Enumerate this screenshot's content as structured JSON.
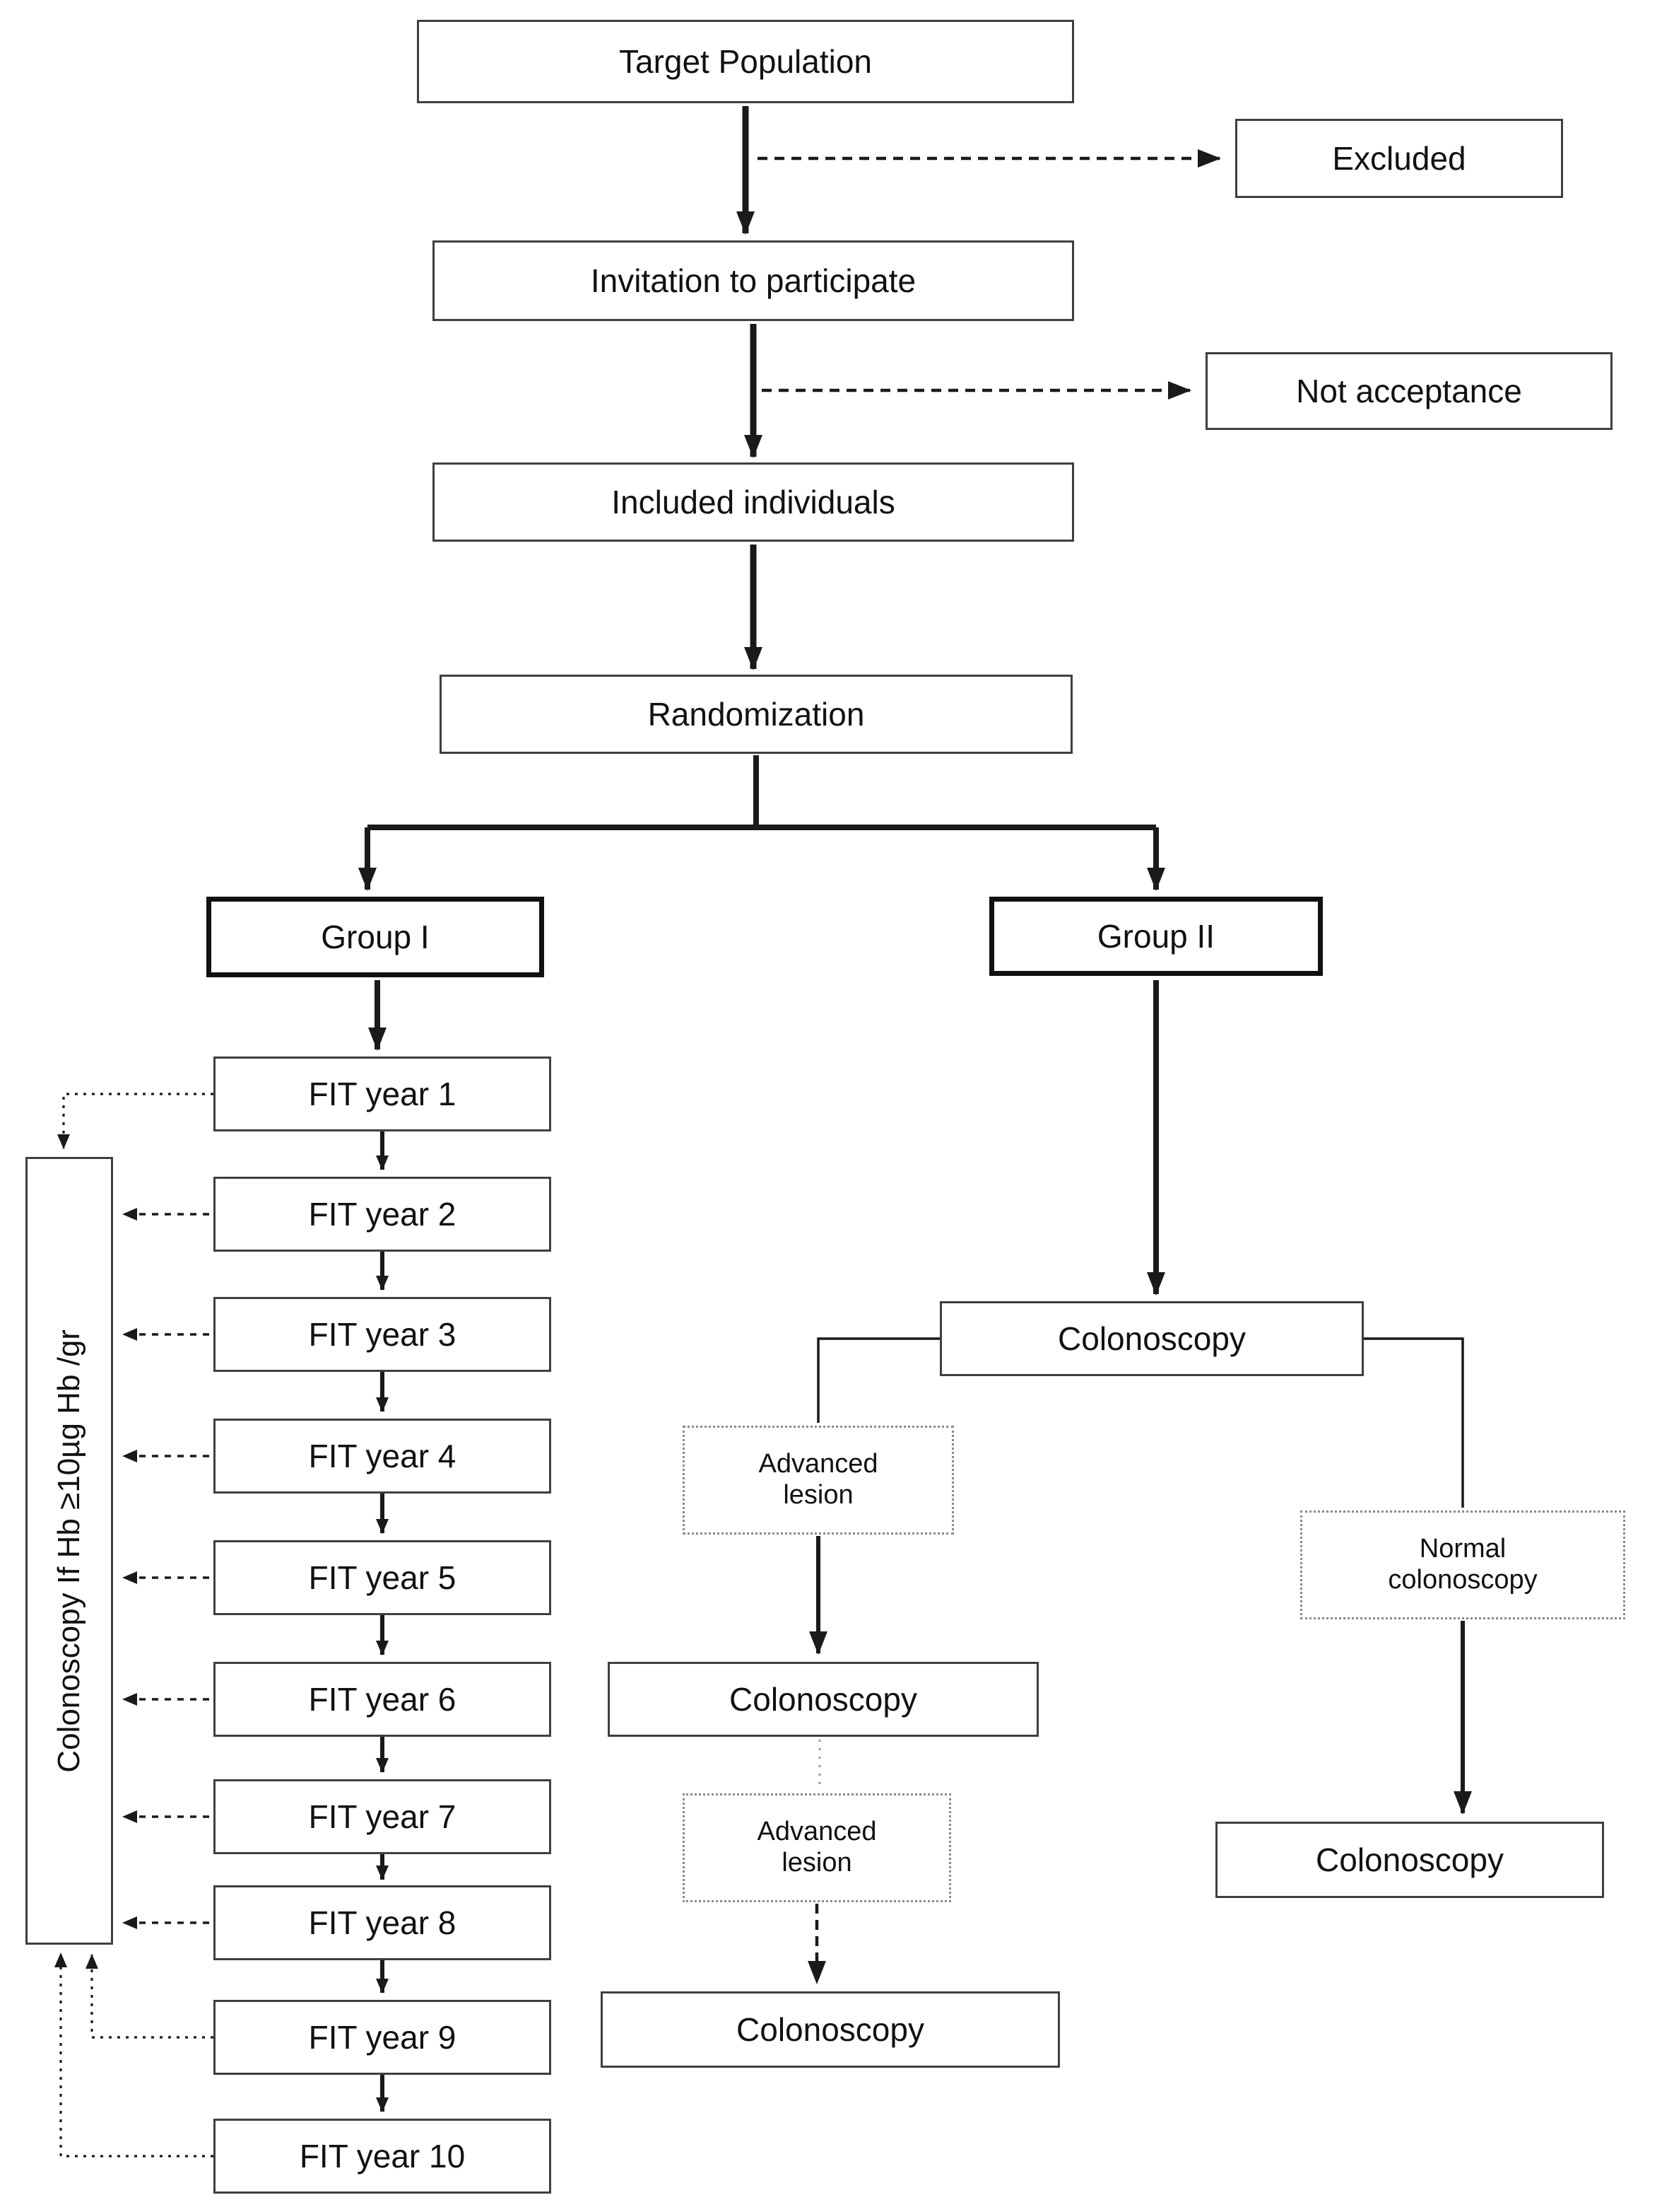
{
  "flow": {
    "target_population": "Target Population",
    "excluded": "Excluded",
    "invitation": "Invitation to participate",
    "not_acceptance": "Not acceptance",
    "included": "Included individuals",
    "randomization": "Randomization",
    "group1": "Group I",
    "group2": "Group II"
  },
  "fit": [
    "FIT year 1",
    "FIT year 2",
    "FIT year 3",
    "FIT year 4",
    "FIT year 5",
    "FIT year 6",
    "FIT year 7",
    "FIT year 8",
    "FIT year 9",
    "FIT year 10"
  ],
  "side_box": "Colonoscopy If Hb ≥10µg Hb /gr",
  "group2_branch": {
    "colonoscopy_top": "Colonoscopy",
    "advanced_lesion_1": "Advanced lesion",
    "colonoscopy_mid": "Colonoscopy",
    "advanced_lesion_2": "Advanced lesion",
    "colonoscopy_bottom": "Colonoscopy",
    "normal_colonoscopy": "Normal colonoscopy",
    "colonoscopy_right": "Colonoscopy"
  },
  "colors": {
    "line": "#1a1a1a",
    "border": "#3f3f3f",
    "bold_border": "#111111",
    "dotted_border": "#8a8a8a",
    "text": "#111111",
    "background": "#ffffff"
  }
}
